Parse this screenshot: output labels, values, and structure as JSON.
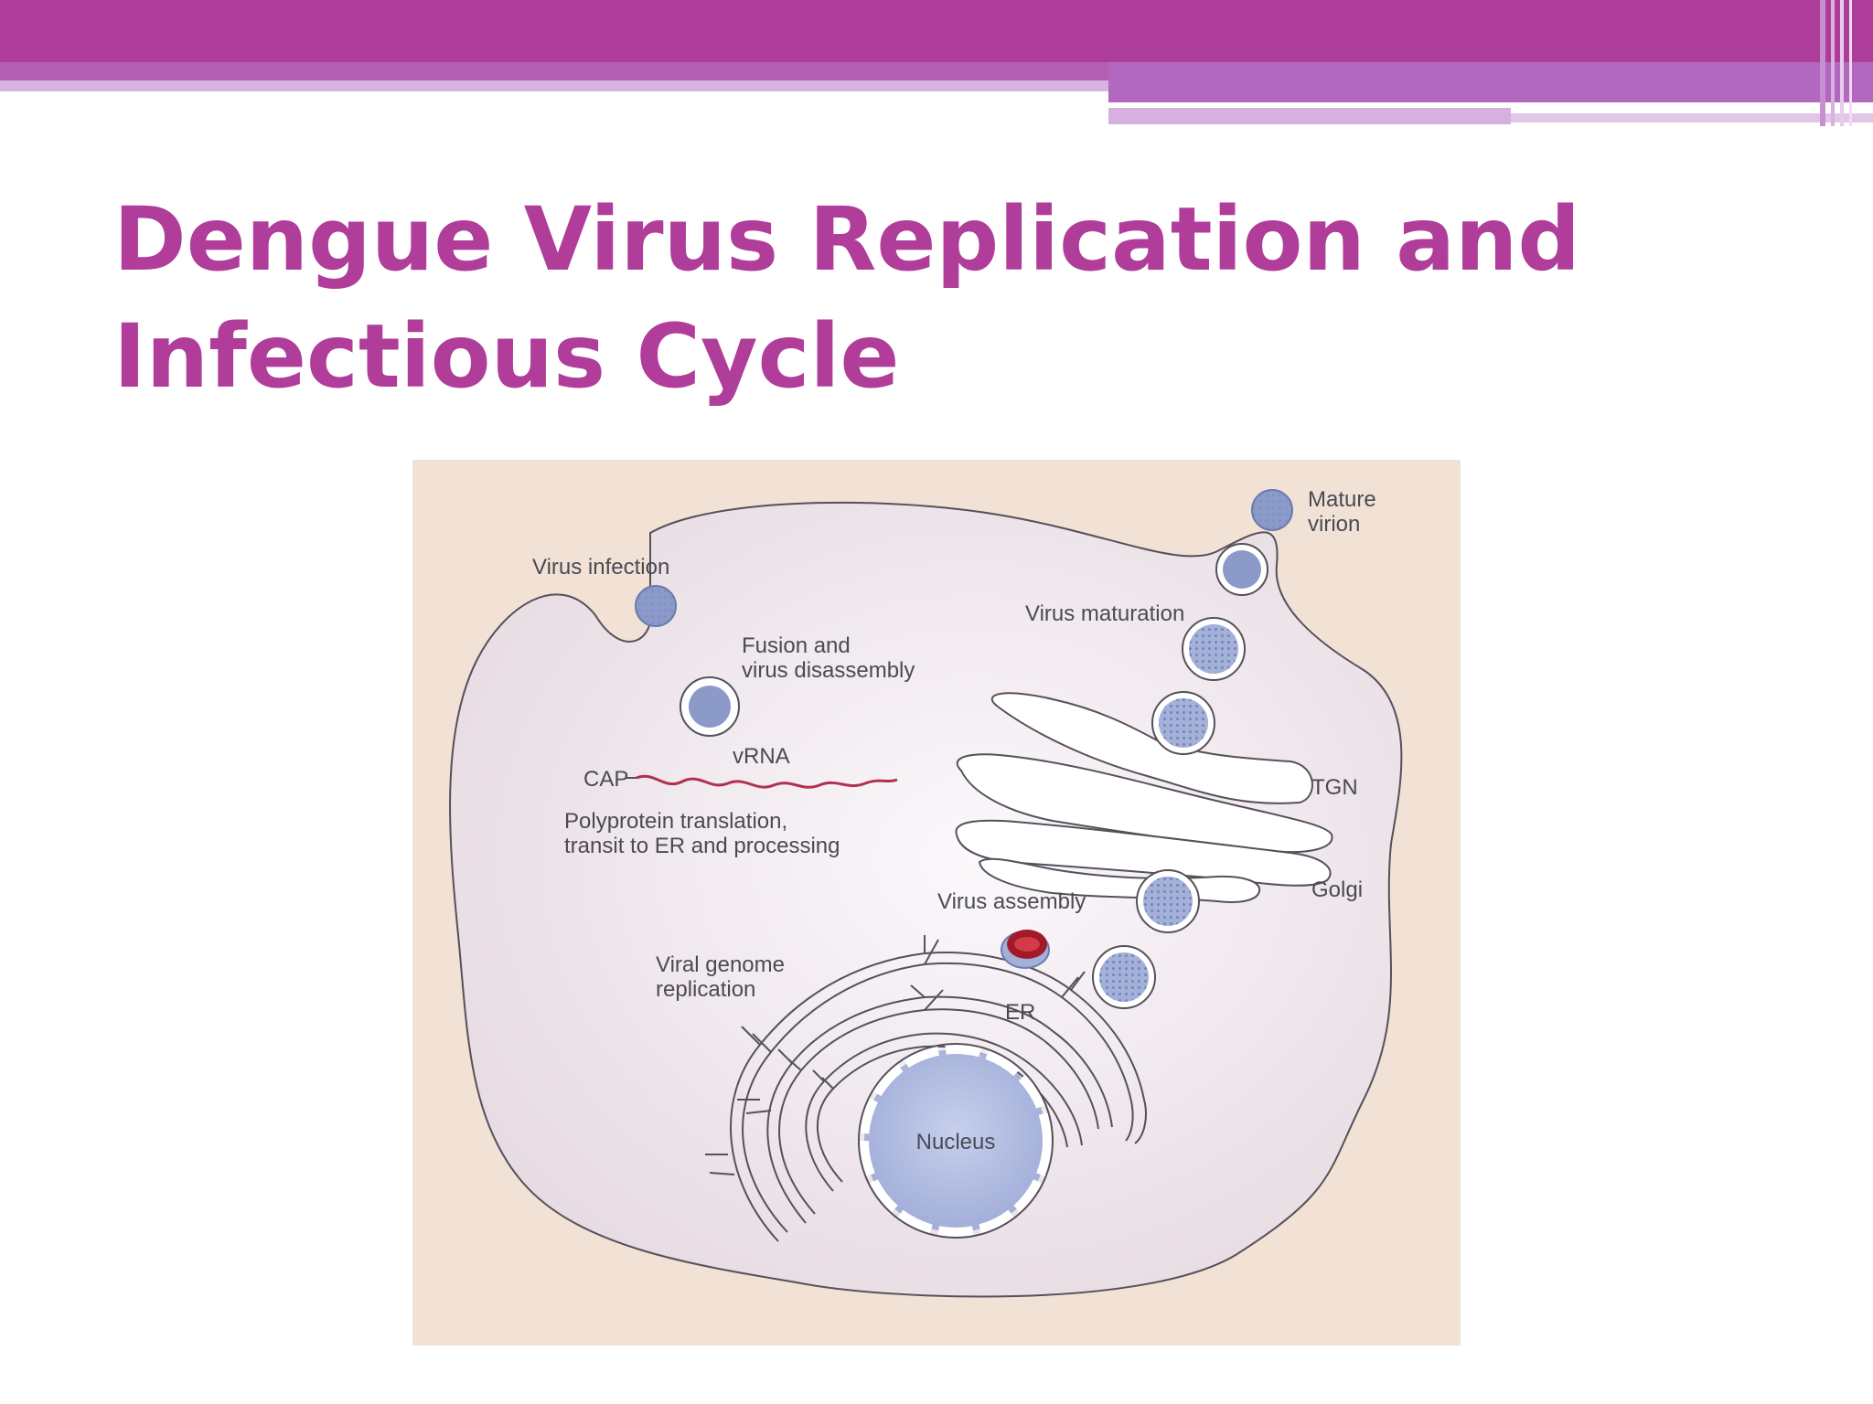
{
  "slide": {
    "title_line1": "Dengue Virus Replication and",
    "title_line2": "Infectious Cycle"
  },
  "colors": {
    "accent": "#b03d9a",
    "bar_dark": "#ae3c99",
    "bar_light": "#c79bd3",
    "figure_bg": "#f1e2d5",
    "cell_fill": "#ece2e6",
    "virion": "#8b9ac8",
    "nucleus": "#a9b5dc",
    "vrna": "#b03050"
  },
  "diagram": {
    "labels": {
      "mature_virion_1": "Mature",
      "mature_virion_2": "virion",
      "virus_infection": "Virus infection",
      "virus_maturation": "Virus maturation",
      "fusion_1": "Fusion and",
      "fusion_2": "virus disassembly",
      "vrna": "vRNA",
      "cap": "CAP",
      "translation_1": "Polyprotein translation,",
      "translation_2": "transit to ER and processing",
      "tgn": "TGN",
      "golgi": "Golgi",
      "virus_assembly": "Virus assembly",
      "genome_1": "Viral genome",
      "genome_2": "replication",
      "er": "ER",
      "nucleus": "Nucleus"
    }
  }
}
